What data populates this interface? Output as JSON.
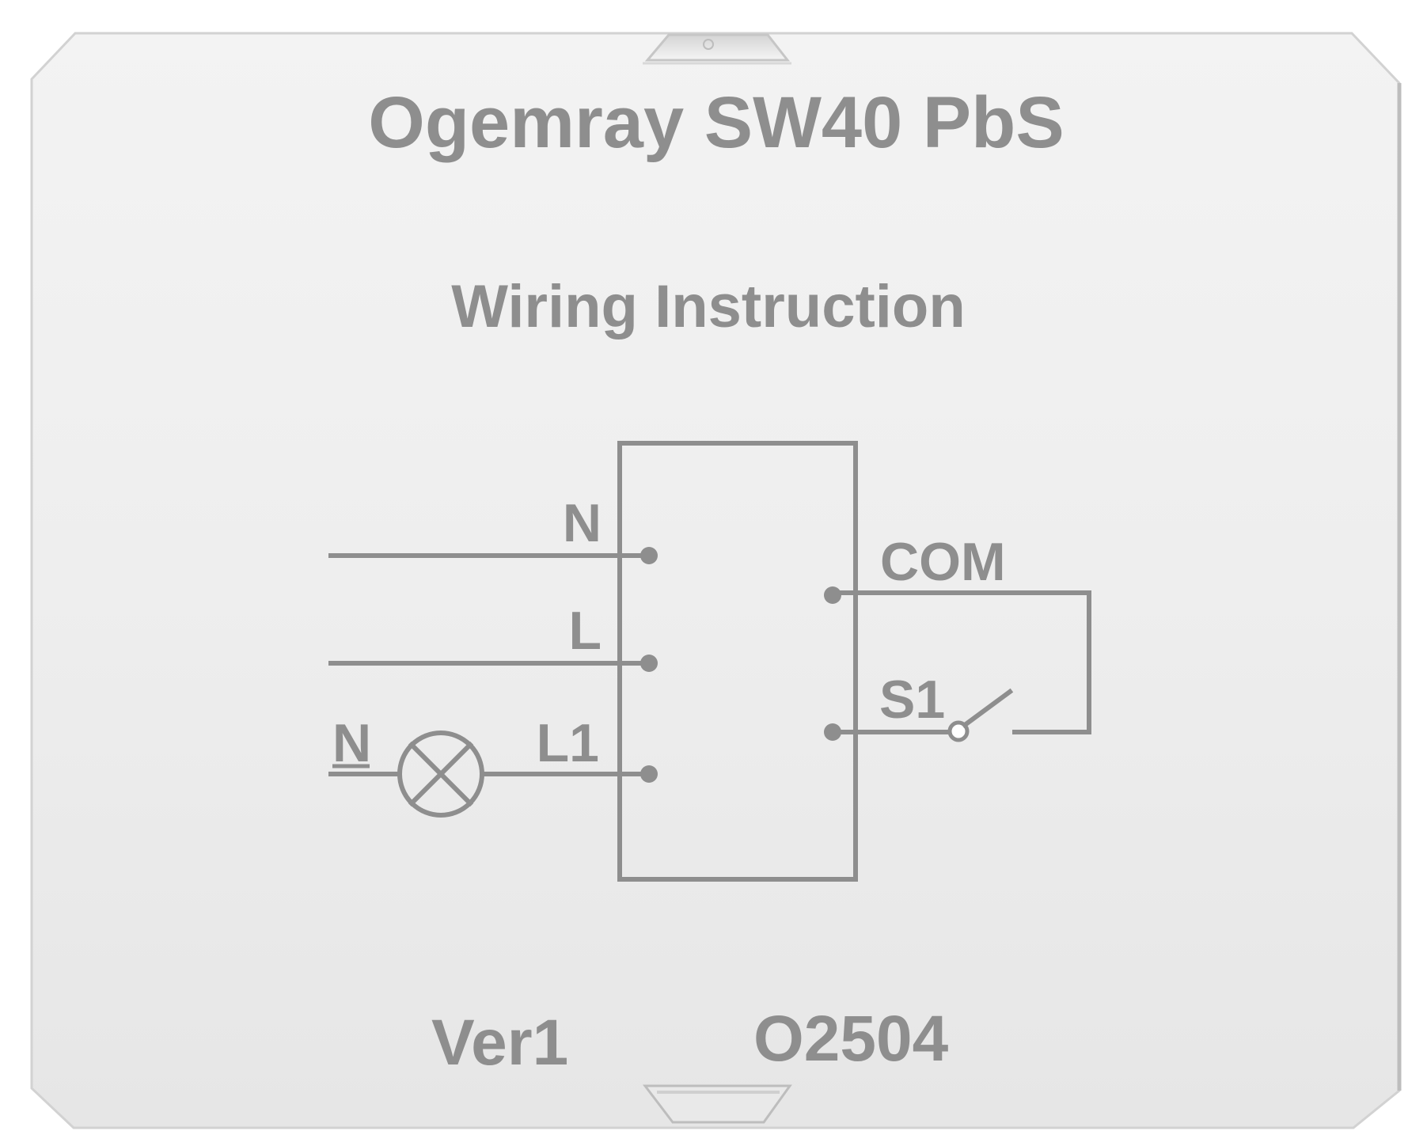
{
  "header": {
    "model": "Ogemray SW40 PbS",
    "subtitle": "Wiring Instruction"
  },
  "diagram": {
    "terminals_left": {
      "neutral": "N",
      "live": "L",
      "load": "L1"
    },
    "terminals_right": {
      "common": "COM",
      "switch": "S1"
    },
    "load_neutral": "N"
  },
  "footer": {
    "version": "Ver1",
    "code": "O2504"
  }
}
